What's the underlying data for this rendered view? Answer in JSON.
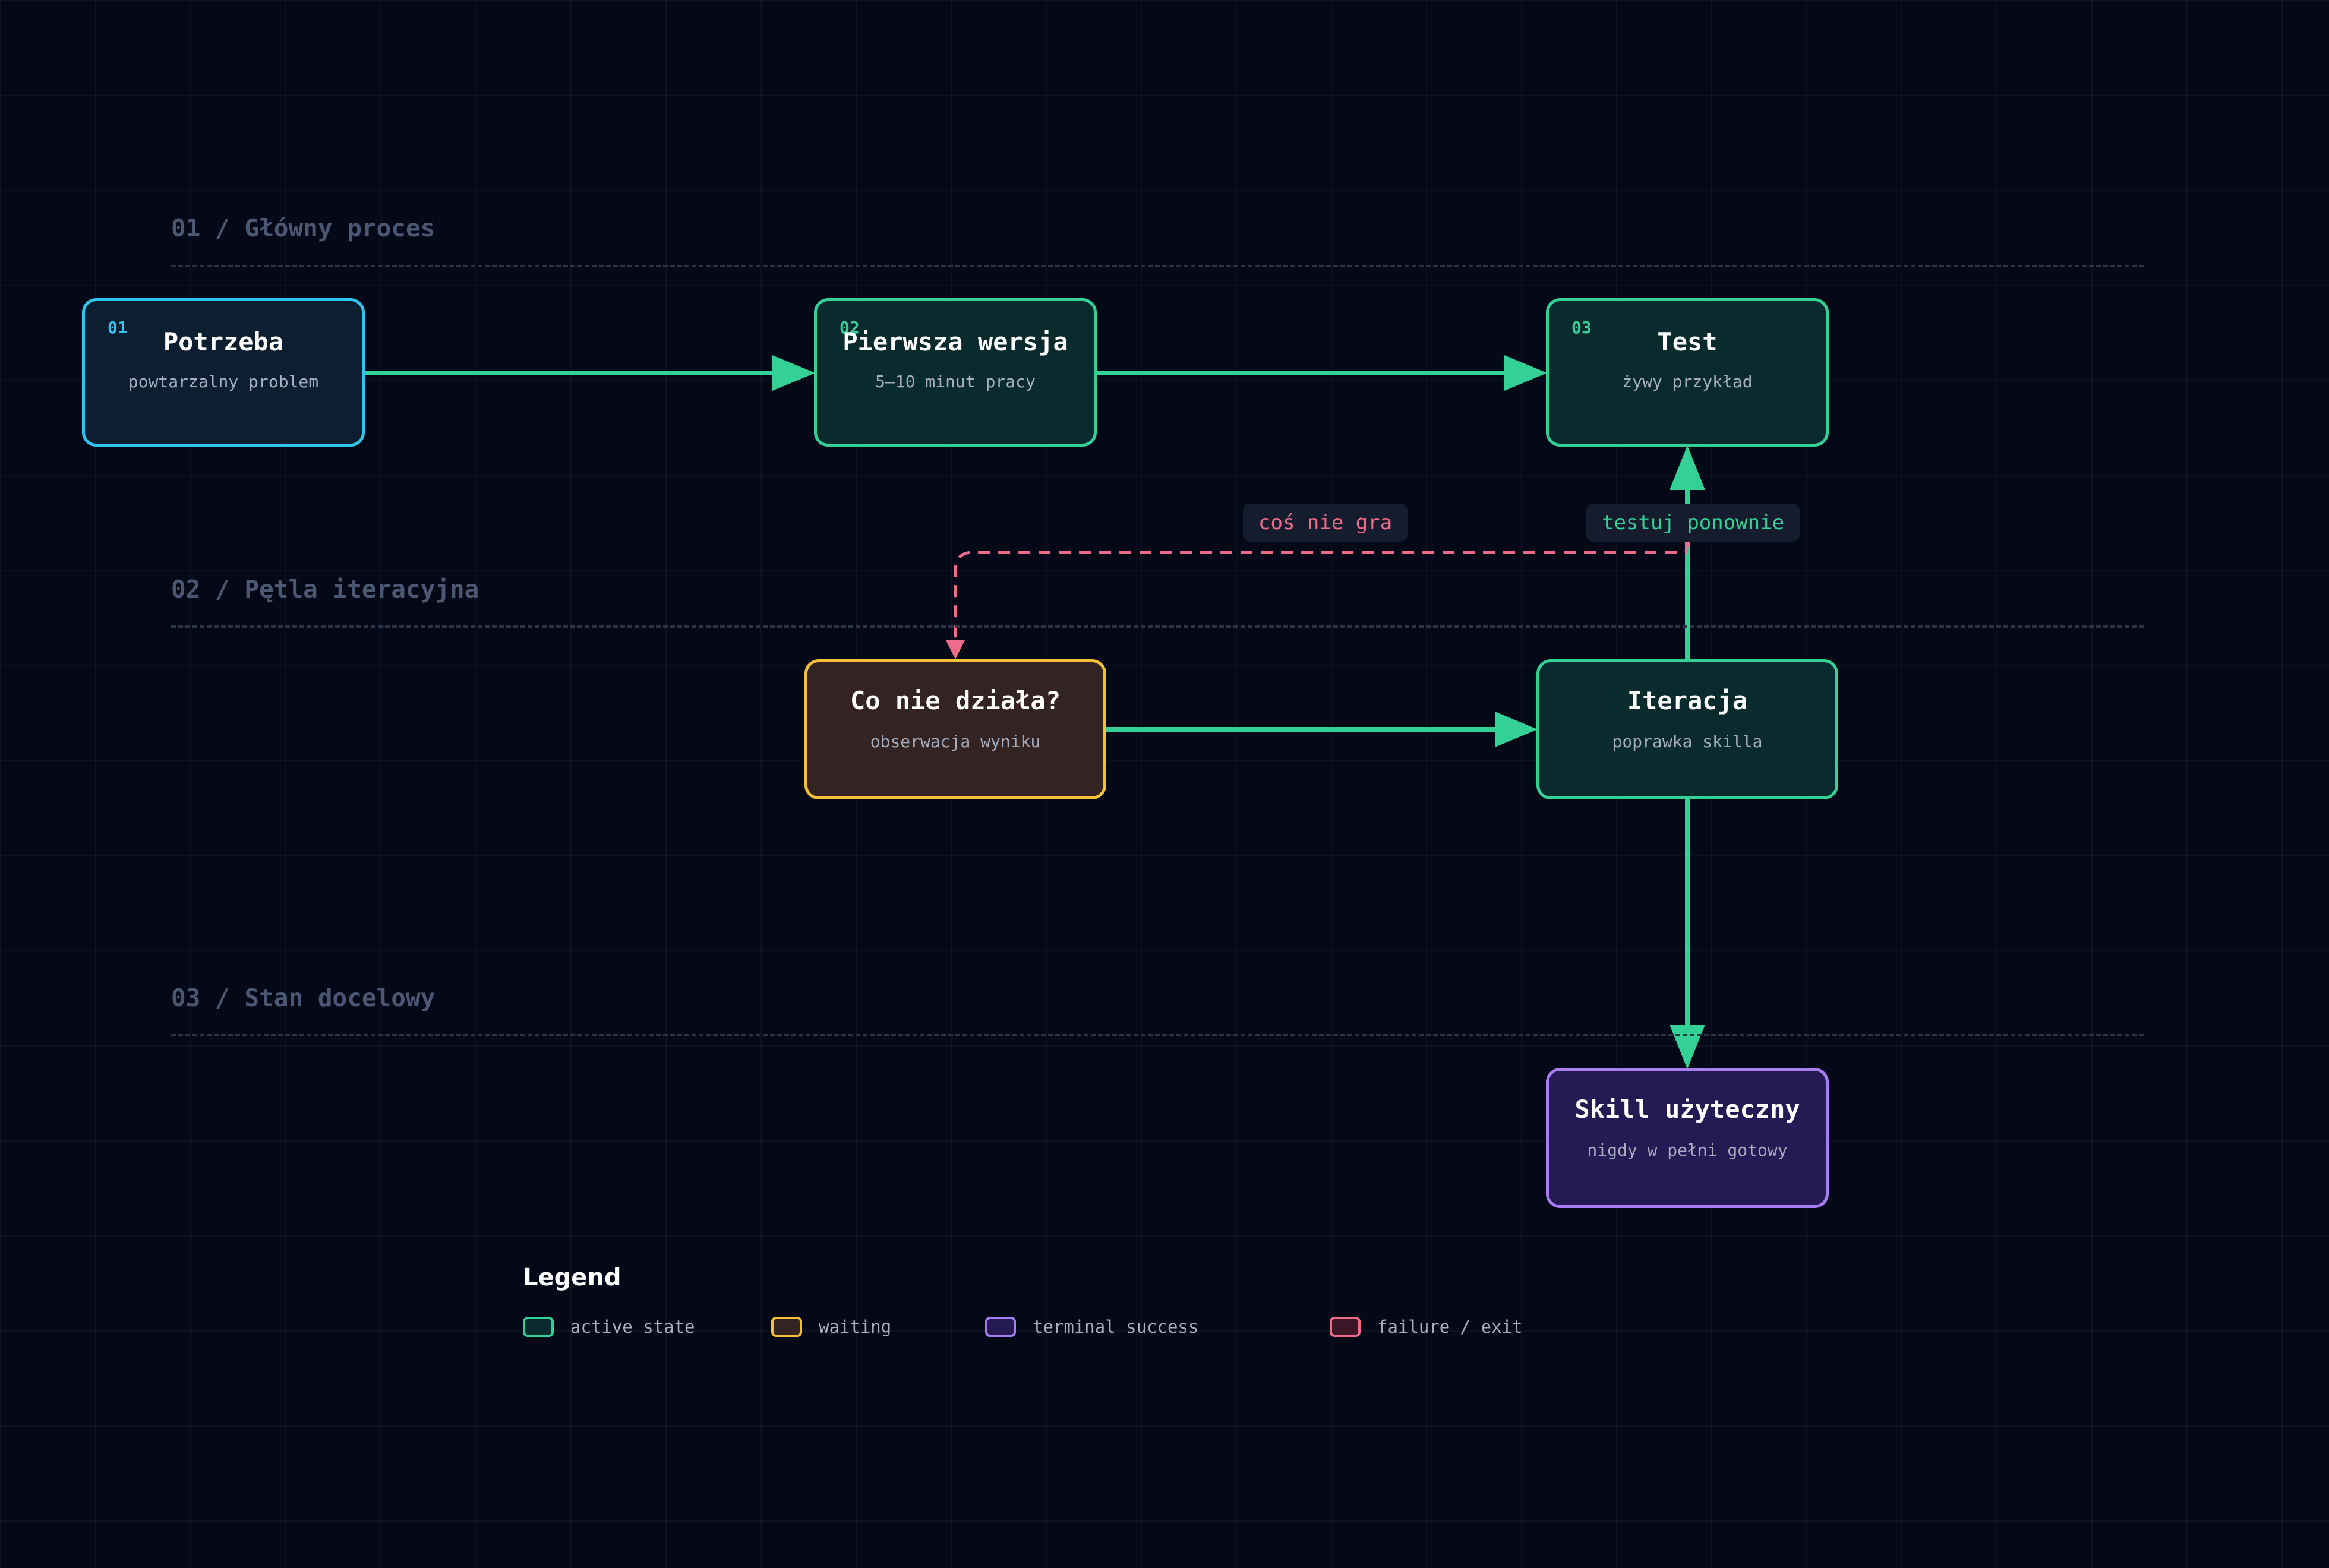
{
  "sections": [
    {
      "label": "01 / Główny proces"
    },
    {
      "label": "02 / Pętla iteracyjna"
    },
    {
      "label": "03 / Stan docelowy"
    }
  ],
  "nodes": {
    "potrzeba": {
      "num": "01",
      "title": "Potrzeba",
      "subtitle": "powtarzalny problem"
    },
    "pierwsza": {
      "num": "02",
      "title": "Pierwsza wersja",
      "subtitle": "5–10 minut pracy"
    },
    "test": {
      "num": "03",
      "title": "Test",
      "subtitle": "żywy przykład"
    },
    "co_nie": {
      "title": "Co nie działa?",
      "subtitle": "obserwacja wyniku"
    },
    "iteracja": {
      "title": "Iteracja",
      "subtitle": "poprawka skilla"
    },
    "skill": {
      "title": "Skill użyteczny",
      "subtitle": "nigdy w pełni gotowy"
    }
  },
  "edge_labels": {
    "fail": "coś nie gra",
    "retest": "testuj ponownie"
  },
  "legend": {
    "title": "Legend",
    "items": [
      {
        "label": "active state",
        "color": "#33d196"
      },
      {
        "label": "waiting",
        "color": "#f6bf38"
      },
      {
        "label": "terminal success",
        "color": "#a77df2"
      },
      {
        "label": "failure / exit",
        "color": "#f06b8a"
      }
    ]
  },
  "colors": {
    "background": "#050816",
    "start": "#2ec4ee",
    "active": "#33d196",
    "waiting": "#f6bf38",
    "success": "#a77df2",
    "failure": "#f06b8a",
    "section_text": "#4b5873"
  }
}
